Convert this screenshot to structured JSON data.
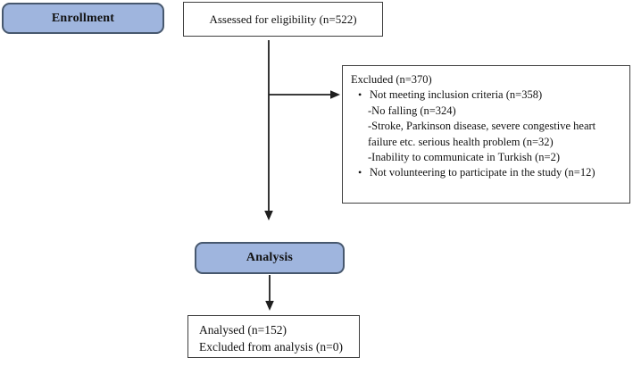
{
  "diagram": {
    "bullet_glyph": "•",
    "stages": {
      "enrollment": "Enrollment",
      "analysis": "Analysis"
    },
    "assessed": {
      "text": "Assessed for eligibility (n=522)"
    },
    "excluded": {
      "title": "Excluded (n=370)",
      "rows": [
        {
          "kind": "bullet",
          "text": "Not meeting inclusion criteria (n=358)"
        },
        {
          "kind": "sub",
          "text": "-No falling (n=324)"
        },
        {
          "kind": "sub",
          "text": "-Stroke, Parkinson disease, severe congestive heart failure etc. serious health problem (n=32)"
        },
        {
          "kind": "sub",
          "text": "-Inability to communicate in Turkish (n=2)"
        },
        {
          "kind": "bullet",
          "text": "Not volunteering to participate in the study (n=12)"
        }
      ]
    },
    "analysed": {
      "lines": [
        "Analysed (n=152)",
        "Excluded from analysis (n=0)"
      ]
    },
    "colors": {
      "stage_fill": "#9fb5de",
      "stage_border": "#47586e",
      "box_border": "#3f3f3f",
      "connector": "#1f1f1f",
      "background": "#ffffff",
      "text": "#111111"
    }
  }
}
